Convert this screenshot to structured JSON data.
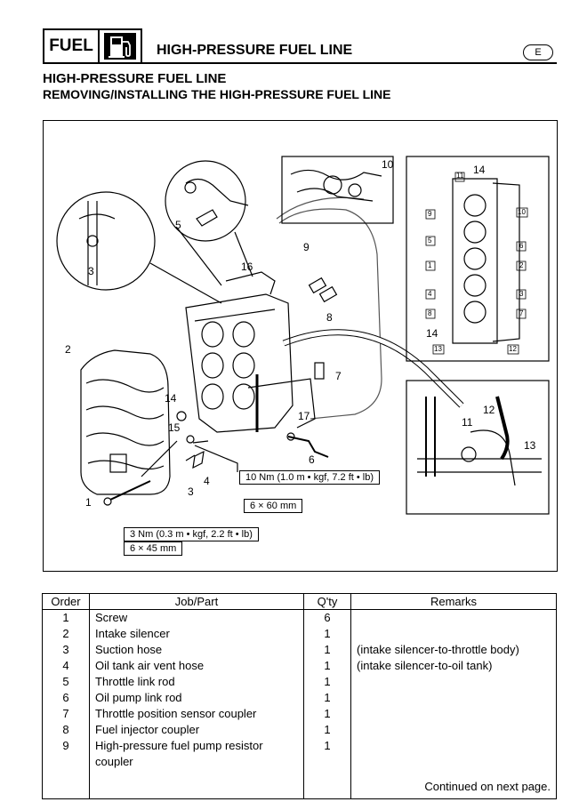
{
  "header": {
    "section_label": "FUEL",
    "title": "HIGH-PRESSURE FUEL LINE",
    "lang": "E",
    "icon": "fuel-pump-icon"
  },
  "section_title": "HIGH-PRESSURE FUEL LINE",
  "subtitle": "REMOVING/INSTALLING THE HIGH-PRESSURE FUEL LINE",
  "diagram": {
    "callouts": [
      "1",
      "2",
      "3",
      "4",
      "5",
      "6",
      "7",
      "8",
      "9",
      "10",
      "11",
      "12",
      "13",
      "14",
      "15",
      "16",
      "17"
    ],
    "detail_numbers": [
      "11",
      "9",
      "5",
      "1",
      "4",
      "8",
      "14",
      "10",
      "6",
      "2",
      "3",
      "7",
      "13",
      "12"
    ],
    "torque_1": "10 Nm (1.0 m • kgf, 7.2 ft • lb)",
    "bolt_1": "6 × 60 mm",
    "torque_2": "3 Nm (0.3 m • kgf, 2.2 ft • lb)",
    "bolt_2": "6 × 45 mm"
  },
  "table": {
    "headers": {
      "order": "Order",
      "job": "Job/Part",
      "qty": "Q'ty",
      "remarks": "Remarks"
    },
    "rows": [
      {
        "order": "1",
        "job": "Screw",
        "qty": "6",
        "remarks": ""
      },
      {
        "order": "2",
        "job": "Intake silencer",
        "qty": "1",
        "remarks": ""
      },
      {
        "order": "3",
        "job": "Suction hose",
        "qty": "1",
        "remarks": "(intake silencer-to-throttle body)"
      },
      {
        "order": "4",
        "job": "Oil tank air vent hose",
        "qty": "1",
        "remarks": "(intake silencer-to-oil tank)"
      },
      {
        "order": "5",
        "job": "Throttle link rod",
        "qty": "1",
        "remarks": ""
      },
      {
        "order": "6",
        "job": "Oil pump link rod",
        "qty": "1",
        "remarks": ""
      },
      {
        "order": "7",
        "job": "Throttle position sensor coupler",
        "qty": "1",
        "remarks": ""
      },
      {
        "order": "8",
        "job": "Fuel injector coupler",
        "qty": "1",
        "remarks": ""
      },
      {
        "order": "9",
        "job": "High-pressure fuel pump resistor coupler",
        "qty": "1",
        "remarks": ""
      }
    ],
    "continued": "Continued on next page."
  }
}
